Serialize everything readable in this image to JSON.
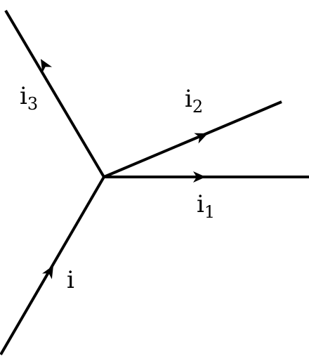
{
  "diagram": {
    "currents": {
      "i": {
        "symbol": "i",
        "subscript": ""
      },
      "i1": {
        "symbol": "i",
        "subscript": "1"
      },
      "i2": {
        "symbol": "i",
        "subscript": "2"
      },
      "i3": {
        "symbol": "i",
        "subscript": "3"
      }
    }
  }
}
